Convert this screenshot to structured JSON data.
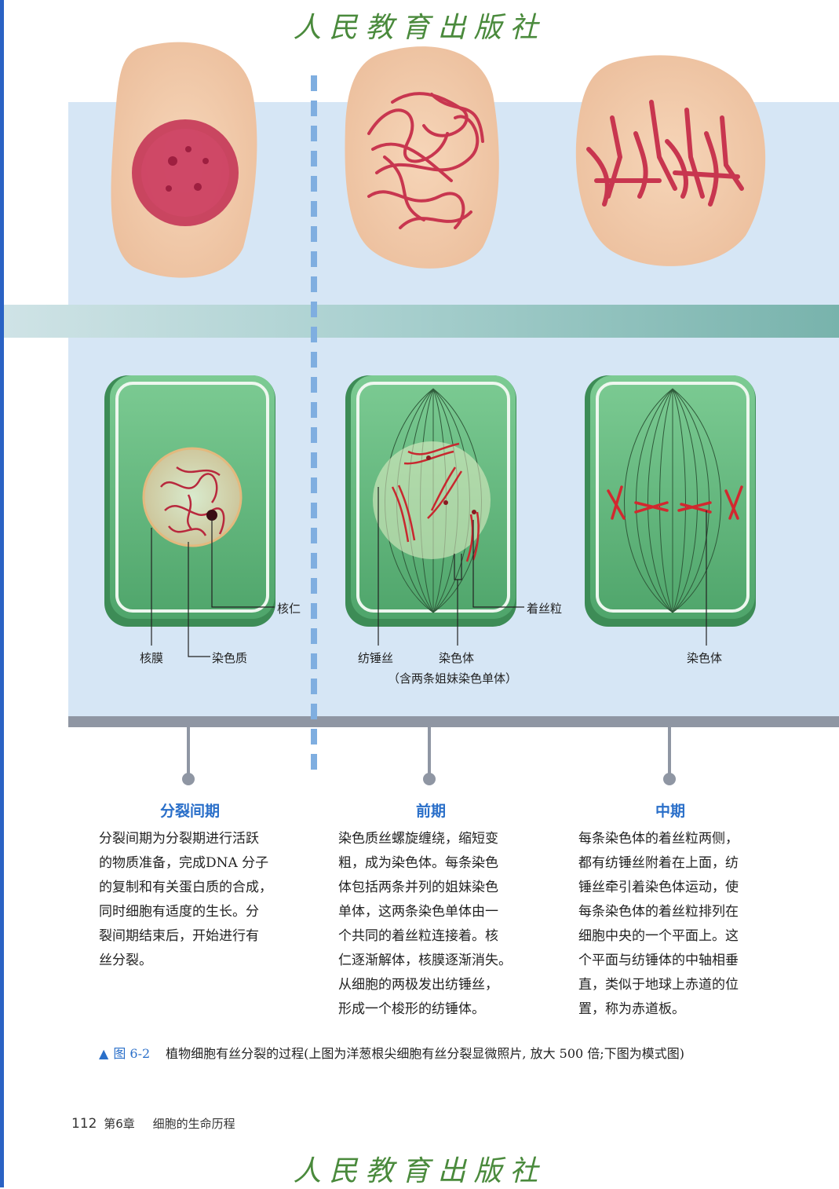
{
  "publisher": "人民教育出版社",
  "labels": {
    "nucleolus": "核仁",
    "nuclear_membrane": "核膜",
    "chromatin": "染色质",
    "centromere": "着丝粒",
    "spindle_fiber": "纺锤丝",
    "chromosome_prophase": "染色体",
    "sister_chromatids_note": "（含两条姐妹染色单体）",
    "chromosome_metaphase": "染色体"
  },
  "stages": [
    {
      "title": "分裂间期",
      "lines": [
        "分裂间期为分裂期进行活跃",
        "的物质准备，完成DNA 分子",
        "的复制和有关蛋白质的合成，",
        "同时细胞有适度的生长。分",
        "裂间期结束后，开始进行有",
        "丝分裂。"
      ]
    },
    {
      "title": "前期",
      "lines": [
        "染色质丝螺旋缠绕，缩短变",
        "粗，成为染色体。每条染色",
        "体包括两条并列的姐妹染色",
        "单体，这两条染色单体由一",
        "个共同的着丝粒连接着。核",
        "仁逐渐解体，核膜逐渐消失。",
        "从细胞的两极发出纺锤丝，",
        "形成一个梭形的纺锤体。"
      ]
    },
    {
      "title": "中期",
      "lines": [
        "每条染色体的着丝粒两侧，",
        "都有纺锤丝附着在上面，纺",
        "锤丝牵引着染色体运动，使",
        "每条染色体的着丝粒排列在",
        "细胞中央的一个平面上。这",
        "个平面与纺锤体的中轴相垂",
        "直，类似于地球上赤道的位",
        "置，称为赤道板。"
      ]
    }
  ],
  "caption": {
    "marker": "▲",
    "number": "图 6-2",
    "text": "植物细胞有丝分裂的过程(上图为洋葱根尖细胞有丝分裂显微照片, 放大 500 倍;下图为模式图)"
  },
  "footer": {
    "page": "112",
    "chapter": "第6章",
    "chapter_title": "细胞的生命历程"
  },
  "colors": {
    "accent_blue": "#2a6fc9",
    "panel_blue": "#d6e6f5",
    "cell_green": "#5fb37a",
    "chromosome_red": "#c8364f",
    "micro_cell": "#f0c9a8"
  }
}
